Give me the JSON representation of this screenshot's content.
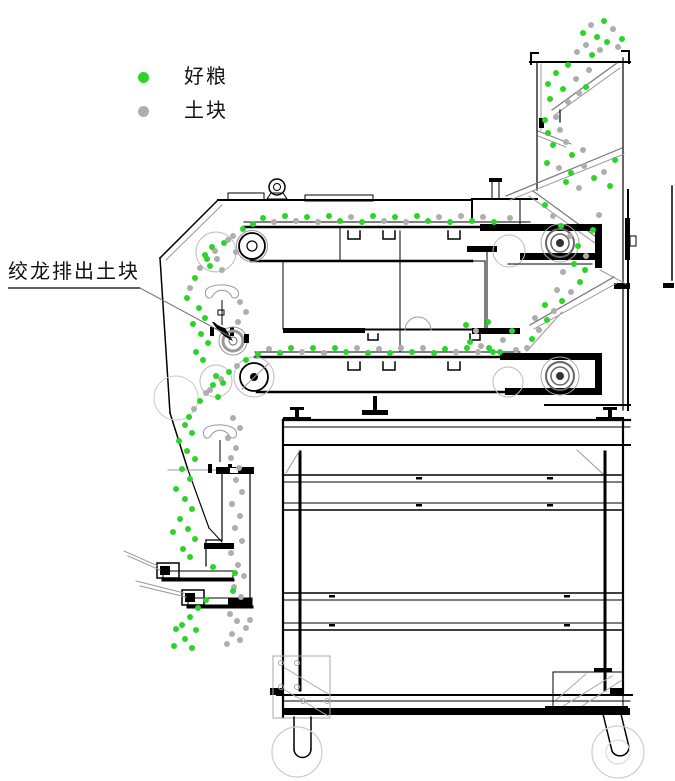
{
  "legend": {
    "items": [
      {
        "id": "good-grain",
        "label": "好粮",
        "color": "#2bd42b"
      },
      {
        "id": "soil-clod",
        "label": "土块",
        "color": "#aeaeae"
      }
    ]
  },
  "annotation": {
    "label": "绞龙排出土块"
  },
  "diagram": {
    "dot_radius": 3,
    "points": [
      [
        591,
        25,
        "k"
      ],
      [
        604,
        21,
        "g"
      ],
      [
        613,
        29,
        "k"
      ],
      [
        583,
        33,
        "g"
      ],
      [
        597,
        37,
        "g"
      ],
      [
        586,
        45,
        "k"
      ],
      [
        607,
        42,
        "g"
      ],
      [
        618,
        47,
        "k"
      ],
      [
        592,
        55,
        "g"
      ],
      [
        577,
        52,
        "k"
      ],
      [
        622,
        39,
        "g"
      ],
      [
        600,
        50,
        "k"
      ],
      [
        568,
        65,
        "g"
      ],
      [
        556,
        73,
        "g"
      ],
      [
        576,
        79,
        "k"
      ],
      [
        589,
        70,
        "k"
      ],
      [
        548,
        84,
        "g"
      ],
      [
        563,
        89,
        "g"
      ],
      [
        579,
        93,
        "k"
      ],
      [
        550,
        99,
        "g"
      ],
      [
        568,
        102,
        "k"
      ],
      [
        586,
        87,
        "g"
      ],
      [
        545,
        120,
        "g"
      ],
      [
        556,
        117,
        "k"
      ],
      [
        548,
        133,
        "g"
      ],
      [
        560,
        130,
        "k"
      ],
      [
        553,
        145,
        "g"
      ],
      [
        566,
        142,
        "k"
      ],
      [
        572,
        155,
        "g"
      ],
      [
        583,
        150,
        "k"
      ],
      [
        547,
        163,
        "g"
      ],
      [
        559,
        168,
        "k"
      ],
      [
        571,
        173,
        "g"
      ],
      [
        584,
        166,
        "k"
      ],
      [
        594,
        178,
        "g"
      ],
      [
        579,
        188,
        "k"
      ],
      [
        604,
        172,
        "k"
      ],
      [
        610,
        186,
        "g"
      ],
      [
        615,
        160,
        "g"
      ],
      [
        566,
        182,
        "g"
      ],
      [
        545,
        205,
        "g"
      ],
      [
        553,
        216,
        "k"
      ],
      [
        561,
        226,
        "g"
      ],
      [
        570,
        236,
        "k"
      ],
      [
        578,
        246,
        "g"
      ],
      [
        586,
        256,
        "k"
      ],
      [
        574,
        264,
        "g"
      ],
      [
        563,
        272,
        "k"
      ],
      [
        593,
        230,
        "g"
      ],
      [
        599,
        215,
        "k"
      ],
      [
        580,
        282,
        "g"
      ],
      [
        571,
        292,
        "k"
      ],
      [
        562,
        301,
        "g"
      ],
      [
        554,
        311,
        "k"
      ],
      [
        547,
        320,
        "g"
      ],
      [
        539,
        330,
        "k"
      ],
      [
        532,
        339,
        "g"
      ],
      [
        527,
        348,
        "k"
      ],
      [
        585,
        270,
        "g"
      ],
      [
        557,
        290,
        "k"
      ],
      [
        545,
        305,
        "g"
      ],
      [
        535,
        318,
        "k"
      ],
      [
        466,
        325,
        "g"
      ],
      [
        476,
        331,
        "k"
      ],
      [
        488,
        322,
        "g"
      ],
      [
        470,
        342,
        "g"
      ],
      [
        481,
        346,
        "k"
      ],
      [
        493,
        352,
        "g"
      ],
      [
        503,
        340,
        "k"
      ],
      [
        512,
        331,
        "g"
      ],
      [
        253,
        224,
        "g"
      ],
      [
        263,
        218,
        "g"
      ],
      [
        274,
        222,
        "k"
      ],
      [
        285,
        216,
        "g"
      ],
      [
        296,
        221,
        "k"
      ],
      [
        307,
        217,
        "g"
      ],
      [
        318,
        222,
        "k"
      ],
      [
        329,
        216,
        "g"
      ],
      [
        340,
        221,
        "g"
      ],
      [
        351,
        217,
        "k"
      ],
      [
        362,
        222,
        "g"
      ],
      [
        373,
        216,
        "g"
      ],
      [
        384,
        221,
        "k"
      ],
      [
        395,
        217,
        "g"
      ],
      [
        406,
        222,
        "k"
      ],
      [
        417,
        216,
        "g"
      ],
      [
        428,
        221,
        "g"
      ],
      [
        439,
        217,
        "k"
      ],
      [
        450,
        222,
        "g"
      ],
      [
        461,
        216,
        "k"
      ],
      [
        472,
        221,
        "g"
      ],
      [
        483,
        217,
        "k"
      ],
      [
        494,
        222,
        "g"
      ],
      [
        510,
        218,
        "k"
      ],
      [
        243,
        229,
        "g"
      ],
      [
        233,
        236,
        "k"
      ],
      [
        224,
        243,
        "g"
      ],
      [
        215,
        251,
        "k"
      ],
      [
        207,
        259,
        "g"
      ],
      [
        200,
        268,
        "k"
      ],
      [
        195,
        278,
        "g"
      ],
      [
        190,
        288,
        "k"
      ],
      [
        187,
        298,
        "g"
      ],
      [
        212,
        247,
        "g"
      ],
      [
        205,
        255,
        "g"
      ],
      [
        217,
        259,
        "k"
      ],
      [
        210,
        266,
        "g"
      ],
      [
        222,
        270,
        "k"
      ],
      [
        228,
        240,
        "k"
      ],
      [
        236,
        252,
        "k"
      ],
      [
        199,
        308,
        "g"
      ],
      [
        205,
        318,
        "g"
      ],
      [
        193,
        324,
        "g"
      ],
      [
        201,
        334,
        "g"
      ],
      [
        208,
        343,
        "g"
      ],
      [
        196,
        352,
        "g"
      ],
      [
        203,
        360,
        "g"
      ],
      [
        240,
        302,
        "k"
      ],
      [
        246,
        312,
        "k"
      ],
      [
        238,
        322,
        "k"
      ],
      [
        258,
        354,
        "g"
      ],
      [
        269,
        349,
        "k"
      ],
      [
        280,
        353,
        "g"
      ],
      [
        291,
        348,
        "g"
      ],
      [
        302,
        352,
        "k"
      ],
      [
        313,
        348,
        "g"
      ],
      [
        324,
        353,
        "k"
      ],
      [
        335,
        348,
        "g"
      ],
      [
        346,
        352,
        "g"
      ],
      [
        357,
        348,
        "k"
      ],
      [
        368,
        353,
        "g"
      ],
      [
        379,
        349,
        "k"
      ],
      [
        390,
        353,
        "g"
      ],
      [
        401,
        348,
        "k"
      ],
      [
        412,
        352,
        "g"
      ],
      [
        423,
        348,
        "k"
      ],
      [
        434,
        353,
        "g"
      ],
      [
        445,
        349,
        "g"
      ],
      [
        456,
        352,
        "k"
      ],
      [
        467,
        348,
        "g"
      ],
      [
        478,
        352,
        "k"
      ],
      [
        489,
        348,
        "g"
      ],
      [
        500,
        352,
        "g"
      ],
      [
        516,
        350,
        "k"
      ],
      [
        246,
        360,
        "g"
      ],
      [
        237,
        366,
        "k"
      ],
      [
        229,
        372,
        "g"
      ],
      [
        221,
        379,
        "k"
      ],
      [
        213,
        385,
        "g"
      ],
      [
        206,
        393,
        "k"
      ],
      [
        200,
        401,
        "g"
      ],
      [
        194,
        409,
        "k"
      ],
      [
        189,
        417,
        "g"
      ],
      [
        216,
        376,
        "g"
      ],
      [
        223,
        383,
        "g"
      ],
      [
        210,
        390,
        "k"
      ],
      [
        218,
        397,
        "g"
      ],
      [
        185,
        425,
        "g"
      ],
      [
        192,
        433,
        "g"
      ],
      [
        179,
        441,
        "g"
      ],
      [
        187,
        451,
        "g"
      ],
      [
        195,
        459,
        "g"
      ],
      [
        182,
        469,
        "g"
      ],
      [
        190,
        479,
        "g"
      ],
      [
        176,
        489,
        "g"
      ],
      [
        185,
        499,
        "g"
      ],
      [
        192,
        509,
        "g"
      ],
      [
        180,
        519,
        "g"
      ],
      [
        188,
        529,
        "g"
      ],
      [
        195,
        539,
        "g"
      ],
      [
        183,
        549,
        "g"
      ],
      [
        190,
        557,
        "g"
      ],
      [
        173,
        532,
        "g"
      ],
      [
        233,
        418,
        "k"
      ],
      [
        240,
        428,
        "k"
      ],
      [
        228,
        438,
        "k"
      ],
      [
        236,
        448,
        "k"
      ],
      [
        231,
        458,
        "k"
      ],
      [
        239,
        468,
        "k"
      ],
      [
        236,
        480,
        "k"
      ],
      [
        242,
        492,
        "k"
      ],
      [
        232,
        504,
        "k"
      ],
      [
        240,
        516,
        "k"
      ],
      [
        235,
        528,
        "k"
      ],
      [
        242,
        541,
        "k"
      ],
      [
        231,
        553,
        "k"
      ],
      [
        238,
        565,
        "k"
      ],
      [
        244,
        576,
        "k"
      ],
      [
        234,
        587,
        "k"
      ],
      [
        241,
        597,
        "k"
      ],
      [
        213,
        567,
        "g"
      ],
      [
        233,
        591,
        "g"
      ],
      [
        235,
        573,
        "g"
      ],
      [
        198,
        608,
        "g"
      ],
      [
        206,
        600,
        "g"
      ],
      [
        190,
        617,
        "g"
      ],
      [
        182,
        625,
        "g"
      ],
      [
        196,
        630,
        "g"
      ],
      [
        176,
        629,
        "g"
      ],
      [
        185,
        639,
        "g"
      ],
      [
        174,
        646,
        "g"
      ],
      [
        192,
        648,
        "g"
      ],
      [
        230,
        614,
        "k"
      ],
      [
        237,
        621,
        "k"
      ],
      [
        246,
        628,
        "k"
      ],
      [
        232,
        634,
        "k"
      ],
      [
        240,
        640,
        "k"
      ],
      [
        250,
        620,
        "k"
      ],
      [
        227,
        644,
        "k"
      ]
    ]
  }
}
